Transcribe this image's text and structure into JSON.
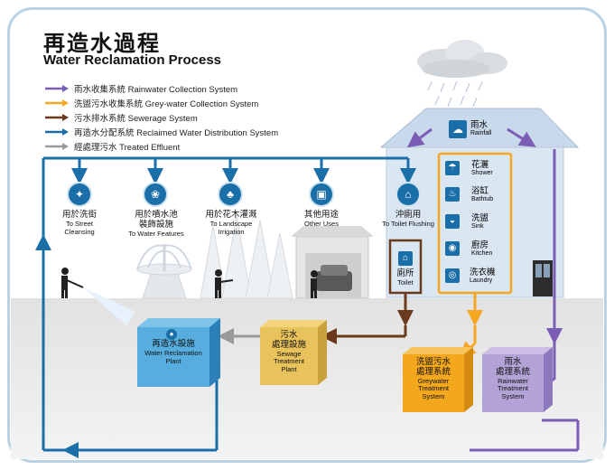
{
  "title": {
    "zh": "再造水過程",
    "en": "Water Reclamation Process"
  },
  "legend": [
    {
      "text": "雨水收集系統 Rainwater Collection System",
      "color": "#7b5db5"
    },
    {
      "text": "洗盥污水收集系統 Grey-water Collection System",
      "color": "#f5a623"
    },
    {
      "text": "污水排水系統 Sewerage System",
      "color": "#6b3a1c"
    },
    {
      "text": "再造水分配系統 Reclaimed Water Distribution System",
      "color": "#1b6fa8"
    },
    {
      "text": "經處理污水 Treated Effluent",
      "color": "#9a9a9a"
    }
  ],
  "uses": [
    {
      "zh": "用於洗街",
      "en1": "To Street",
      "en2": "Cleansing"
    },
    {
      "zh": "用於噴水池",
      "zh2": "裝飾設施",
      "en1": "To Water Features"
    },
    {
      "zh": "用於花木灌溉",
      "en1": "To Landscape",
      "en2": "Irrigation"
    },
    {
      "zh": "其他用途",
      "en1": "Other Uses"
    },
    {
      "zh": "沖廁用",
      "en1": "To Toilet Flushing"
    }
  ],
  "rain": {
    "zh": "雨水",
    "en": "Rainfall"
  },
  "rooms": [
    {
      "zh": "花灑",
      "en": "Shower",
      "icon": "shower-icon",
      "glyph": "☂"
    },
    {
      "zh": "浴缸",
      "en": "Bathtub",
      "icon": "bathtub-icon",
      "glyph": "♨"
    },
    {
      "zh": "洗盥",
      "en": "Sink",
      "icon": "sink-icon",
      "glyph": "◒"
    },
    {
      "zh": "廚房",
      "en": "Kitchen",
      "icon": "kitchen-icon",
      "glyph": "◉"
    },
    {
      "zh": "洗衣機",
      "en": "Laundry",
      "icon": "laundry-icon",
      "glyph": "◎"
    }
  ],
  "toilet": {
    "zh": "廁所",
    "en": "Toilet"
  },
  "plants": {
    "reclamation": {
      "zh": "再造水設施",
      "en1": "Water Reclamation",
      "en2": "Plant"
    },
    "sewage": {
      "zh1": "污水",
      "zh2": "處理設施",
      "en1": "Sewage",
      "en2": "Treatment",
      "en3": "Plant"
    },
    "greywater": {
      "zh1": "洗盥污水",
      "zh2": "處理系統",
      "en1": "Greywater",
      "en2": "Treatment",
      "en3": "System"
    },
    "rainwater": {
      "zh1": "雨水",
      "zh2": "處理系統",
      "en1": "Rainwater",
      "en2": "Treatment",
      "en3": "System"
    }
  },
  "colors": {
    "purple": "#7b5db5",
    "orange": "#f5a623",
    "brown": "#6b3a1c",
    "blue": "#1b6fa8",
    "grey": "#9a9a9a"
  }
}
